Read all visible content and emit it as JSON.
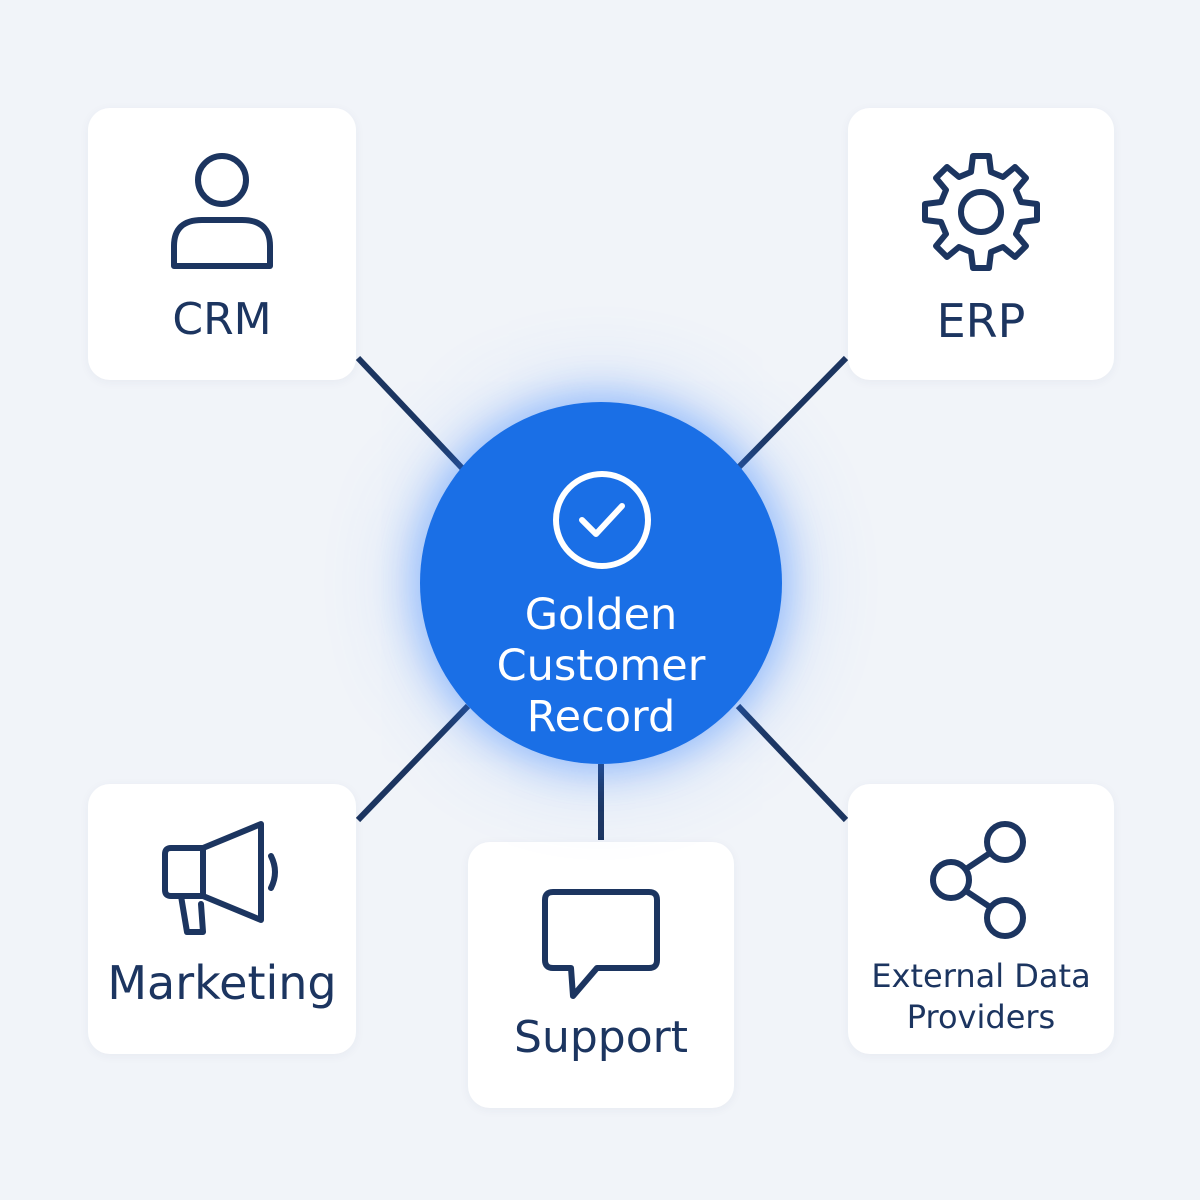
{
  "hub": {
    "label": "Golden\nCustomer\nRecord",
    "icon": "check-circle-icon",
    "color": "#1a6fe6"
  },
  "sources": [
    {
      "label": "CRM",
      "icon": "user-icon"
    },
    {
      "label": "ERP",
      "icon": "gear-icon"
    },
    {
      "label": "Marketing",
      "icon": "megaphone-icon"
    },
    {
      "label": "Support",
      "icon": "chat-bubble-icon"
    },
    {
      "label": "External Data\nProviders",
      "icon": "share-nodes-icon"
    }
  ],
  "colors": {
    "background": "#f1f4f9",
    "card": "#ffffff",
    "ink": "#1c3560"
  }
}
